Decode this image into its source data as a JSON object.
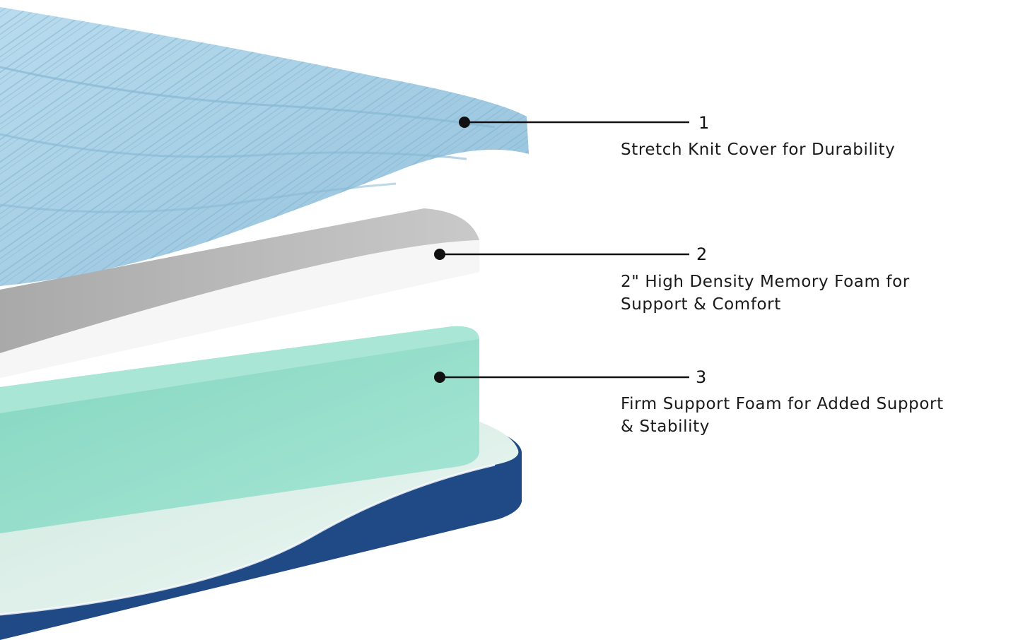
{
  "layers": [
    {
      "number": "1",
      "title": "Stretch Knit Cover for Durability",
      "title_line2": ""
    },
    {
      "number": "2",
      "title": "2\" High Density Memory Foam for",
      "title_line2": "Support & Comfort"
    },
    {
      "number": "3",
      "title": "Firm Support Foam for Added Support",
      "title_line2": "& Stability"
    }
  ],
  "colors": {
    "cover": "#a9d0e4",
    "cover_stitch": "#7fb0cc",
    "memory_foam": "#bdbdbd",
    "memory_foam_edge": "#eeeeee",
    "support_foam": "#8fdcc8",
    "support_foam_edge": "#a9e6d5",
    "base_cover": "#1f4a86",
    "callout": "#111111"
  }
}
